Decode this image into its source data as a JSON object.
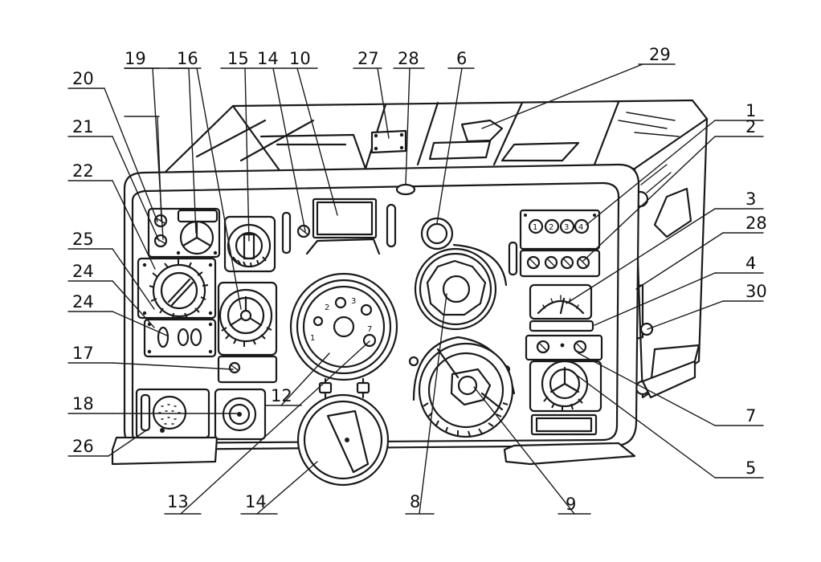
{
  "figure": {
    "callouts": [
      "1",
      "2",
      "3",
      "4",
      "5",
      "6",
      "7",
      "8",
      "9",
      "10",
      "12",
      "13",
      "14",
      "14",
      "15",
      "16",
      "17",
      "18",
      "19",
      "20",
      "21",
      "22",
      "24",
      "24",
      "25",
      "26",
      "27",
      "28",
      "28",
      "29",
      "30"
    ],
    "panel_labels": {
      "meter_buttons": [
        "1",
        "2",
        "3",
        "4"
      ],
      "dial_numbers": [
        "1",
        "2",
        "3",
        "7"
      ]
    }
  }
}
